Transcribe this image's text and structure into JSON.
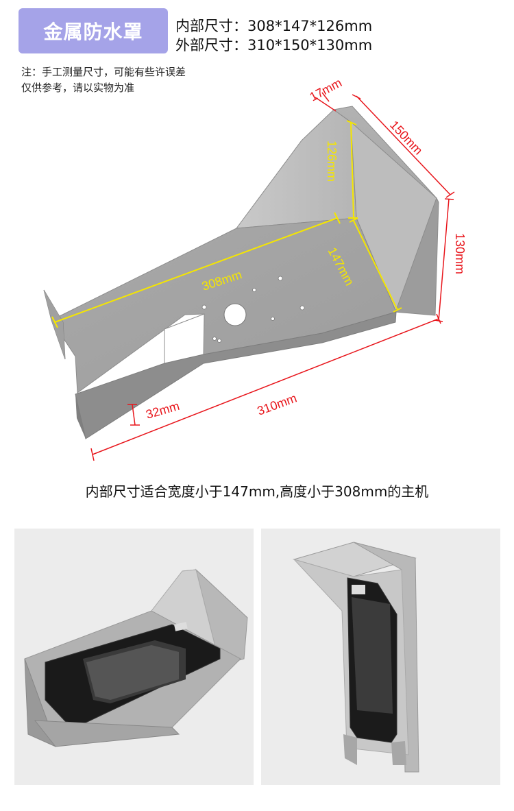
{
  "header": {
    "title": "金属防水罩",
    "inner_dim": "内部尺寸：308*147*126mm",
    "outer_dim": "外部尺寸：310*150*130mm"
  },
  "note": {
    "line1": "注：手工测量尺寸，可能有些许误差",
    "line2": "仅供参考，请以实物为准"
  },
  "diagram": {
    "labels": {
      "d17": "17mm",
      "d150": "150mm",
      "d126": "126mm",
      "d130": "130mm",
      "d147": "147mm",
      "d308": "308mm",
      "d32": "32mm",
      "d310": "310mm"
    },
    "colors": {
      "yellow_dim": "#f5e600",
      "red_dim": "#e8151b",
      "metal": "#a8a8a8"
    }
  },
  "caption": "内部尺寸适合宽度小于147mm,高度小于308mm的主机",
  "photos": {
    "left": "device-in-cover-angled",
    "right": "device-in-cover-upright"
  }
}
